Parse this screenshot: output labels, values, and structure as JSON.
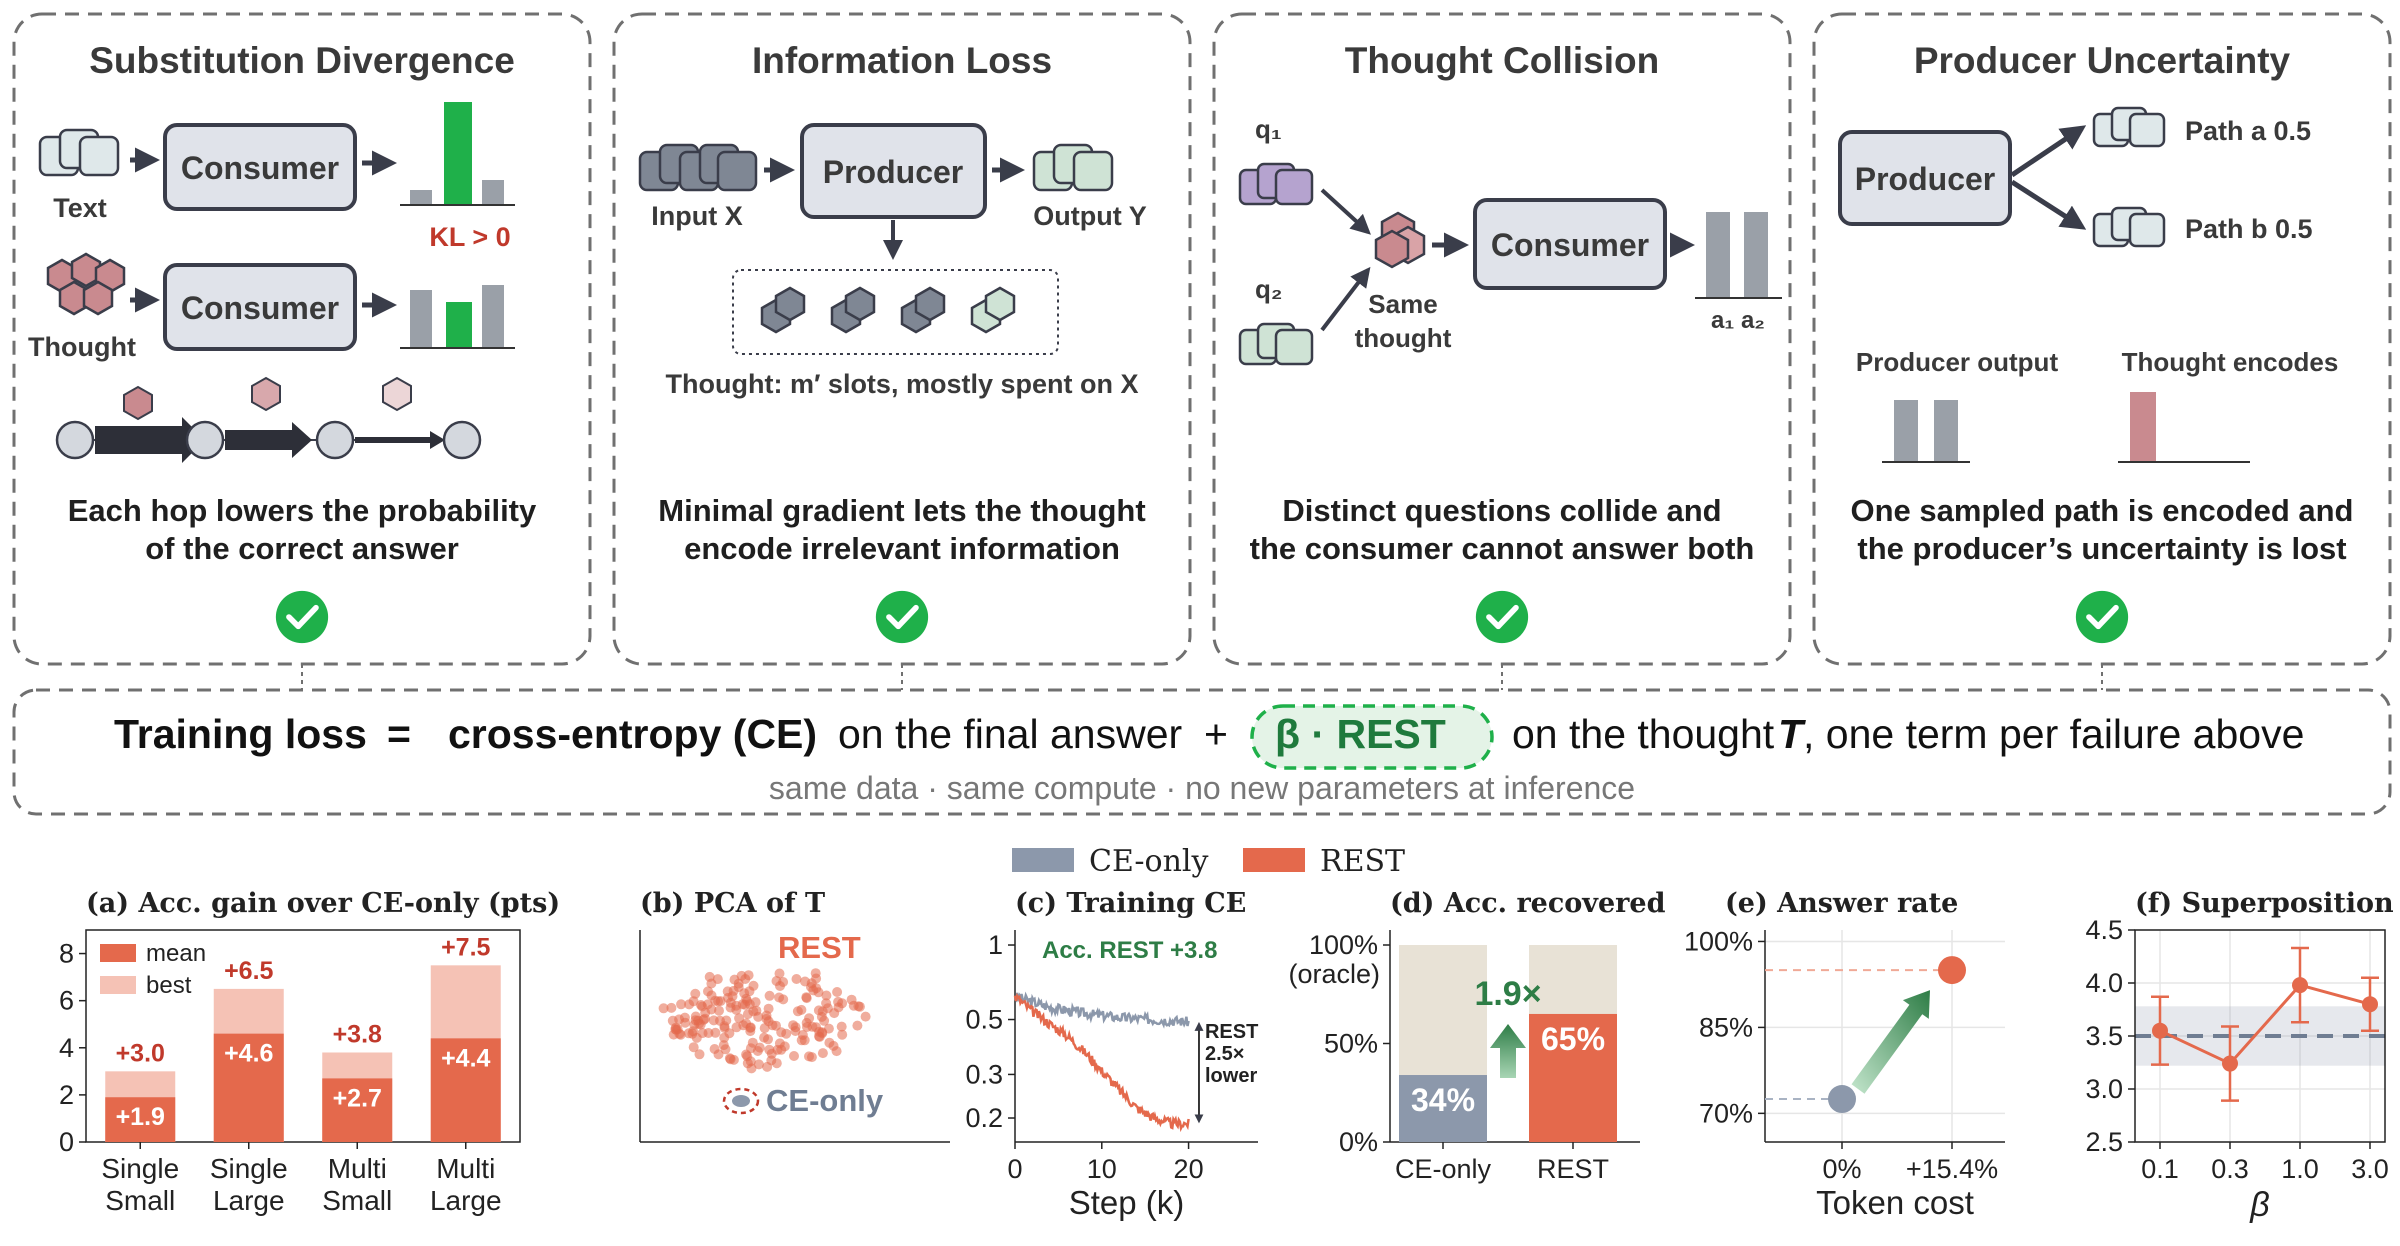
{
  "colors": {
    "ce": "#8c98ab",
    "rest": "#e4694c",
    "rest_light": "#f5c2b5",
    "green": "#1fb04a",
    "green_dark": "#2e7d46",
    "kl_red": "#c0392b",
    "box_fill": "#e0e3ea",
    "box_stroke": "#3a3d4a",
    "tile_gray": "#7f8794",
    "tile_green": "#cfe3d5",
    "tile_pink": "#c98a8f",
    "tile_purple": "#b5a3cf",
    "tile_light": "#dfe8ea",
    "beige": "#e8e2d6",
    "dash_border": "#707070"
  },
  "panels": [
    {
      "title": "Substitution Divergence",
      "caption": [
        "Each hop lowers the probability",
        "of the correct answer"
      ],
      "consumer": "Consumer",
      "text_label": "Text",
      "thought_label": "Thought",
      "kl_label": "KL > 0"
    },
    {
      "title": "Information Loss",
      "caption": [
        "Minimal gradient lets the thought",
        "encode irrelevant information"
      ],
      "producer": "Producer",
      "input_label": "Input X",
      "output_label": "Output Y",
      "slot_label": "Thought: m′ slots, mostly spent on X"
    },
    {
      "title": "Thought Collision",
      "caption": [
        "Distinct questions collide and",
        "the consumer cannot answer both"
      ],
      "consumer": "Consumer",
      "q1": "q₁",
      "q2": "q₂",
      "same_thought": [
        "Same",
        "thought"
      ],
      "answers": "a₁ a₂"
    },
    {
      "title": "Producer Uncertainty",
      "caption": [
        "One sampled path is encoded and",
        "the producer’s uncertainty is lost"
      ],
      "producer": "Producer",
      "path_a": "Path a  0.5",
      "path_b": "Path b  0.5",
      "producer_output": "Producer output",
      "thought_encodes": "Thought encodes"
    }
  ],
  "loss_banner": {
    "label": "Training loss",
    "eq": "=",
    "ce_term": "cross-entropy (CE)",
    "ce_suffix": "on the final answer",
    "plus": "+",
    "beta_term": "β · REST",
    "thought_prefix": "on the thought",
    "thought_symbol": "T",
    "thought_suffix": ", one term per failure above",
    "sub": "same data · same compute · no new parameters at inference"
  },
  "legend": {
    "ce": "CE-only",
    "rest": "REST"
  },
  "chart_data": [
    {
      "id": "a",
      "type": "bar",
      "title": "(a) Acc. gain over CE-only (pts)",
      "categories": [
        "Single Small",
        "Single Large",
        "Multi Small",
        "Multi Large"
      ],
      "category_lines": [
        [
          "Single",
          "Small"
        ],
        [
          "Single",
          "Large"
        ],
        [
          "Multi",
          "Small"
        ],
        [
          "Multi",
          "Large"
        ]
      ],
      "series": [
        {
          "name": "mean",
          "values": [
            1.9,
            4.6,
            2.7,
            4.4
          ],
          "labels": [
            "+1.9",
            "+4.6",
            "+2.7",
            "+4.4"
          ]
        },
        {
          "name": "best",
          "values": [
            3.0,
            6.5,
            3.8,
            7.5
          ],
          "labels": [
            "+3.0",
            "+6.5",
            "+3.8",
            "+7.5"
          ]
        }
      ],
      "ylim": [
        0,
        9
      ],
      "yticks": [
        "0",
        "2",
        "4",
        "6",
        "8"
      ],
      "legend": "top-left"
    },
    {
      "id": "b",
      "type": "scatter",
      "title": "(b) PCA of T",
      "labels": {
        "rest": "REST",
        "ce": "CE-only"
      }
    },
    {
      "id": "c",
      "type": "line",
      "title": "(c) Training CE",
      "xlabel": "Step (k)",
      "xticks": [
        "0",
        "10",
        "20"
      ],
      "yticks": [
        "1",
        "0.5",
        "0.3",
        "0.2"
      ],
      "yscale": "log",
      "xlim": [
        0,
        28
      ],
      "ylim": [
        0.16,
        1.15
      ],
      "annotation": "Acc. REST +3.8",
      "gap_label": [
        "REST",
        "2.5×",
        "lower"
      ],
      "series": [
        {
          "name": "CE-only",
          "x": [
            0,
            4,
            8,
            12,
            16,
            20
          ],
          "y": [
            0.62,
            0.56,
            0.53,
            0.51,
            0.5,
            0.49
          ]
        },
        {
          "name": "REST",
          "x": [
            0,
            2,
            4,
            6,
            8,
            10,
            12,
            14,
            16,
            18,
            20
          ],
          "y": [
            0.62,
            0.54,
            0.48,
            0.43,
            0.37,
            0.31,
            0.26,
            0.22,
            0.2,
            0.19,
            0.19
          ]
        }
      ]
    },
    {
      "id": "d",
      "type": "bar",
      "title": "(d) Acc. recovered",
      "categories": [
        "CE-only",
        "REST"
      ],
      "values": [
        34,
        65
      ],
      "value_labels": [
        "34%",
        "65%"
      ],
      "yticks": [
        "0%",
        "50%",
        "100%"
      ],
      "oracle_label": "(oracle)",
      "ratio_label": "1.9×"
    },
    {
      "id": "e",
      "type": "scatter",
      "title": "(e) Answer rate",
      "xlabel": "Token cost",
      "xticks": [
        "0%",
        "+15.4%"
      ],
      "yticks": [
        "70%",
        "85%",
        "100%"
      ],
      "ylim": [
        65,
        102
      ],
      "points": [
        {
          "name": "CE-only",
          "token_cost": 0,
          "answer_rate": 72.5
        },
        {
          "name": "REST",
          "token_cost": 15.4,
          "answer_rate": 95
        }
      ]
    },
    {
      "id": "f",
      "type": "line",
      "title": "(f) Superposition",
      "xlabel": "β",
      "categories": [
        "0.1",
        "0.3",
        "1.0",
        "3.0"
      ],
      "values": [
        3.55,
        3.24,
        3.98,
        3.8
      ],
      "errors": [
        0.32,
        0.35,
        0.35,
        0.25
      ],
      "baseline": 3.5,
      "baseline_band": [
        3.22,
        3.78
      ],
      "ylim": [
        2.5,
        4.5
      ],
      "yticks": [
        "2.5",
        "3.0",
        "3.5",
        "4.0",
        "4.5"
      ]
    }
  ]
}
